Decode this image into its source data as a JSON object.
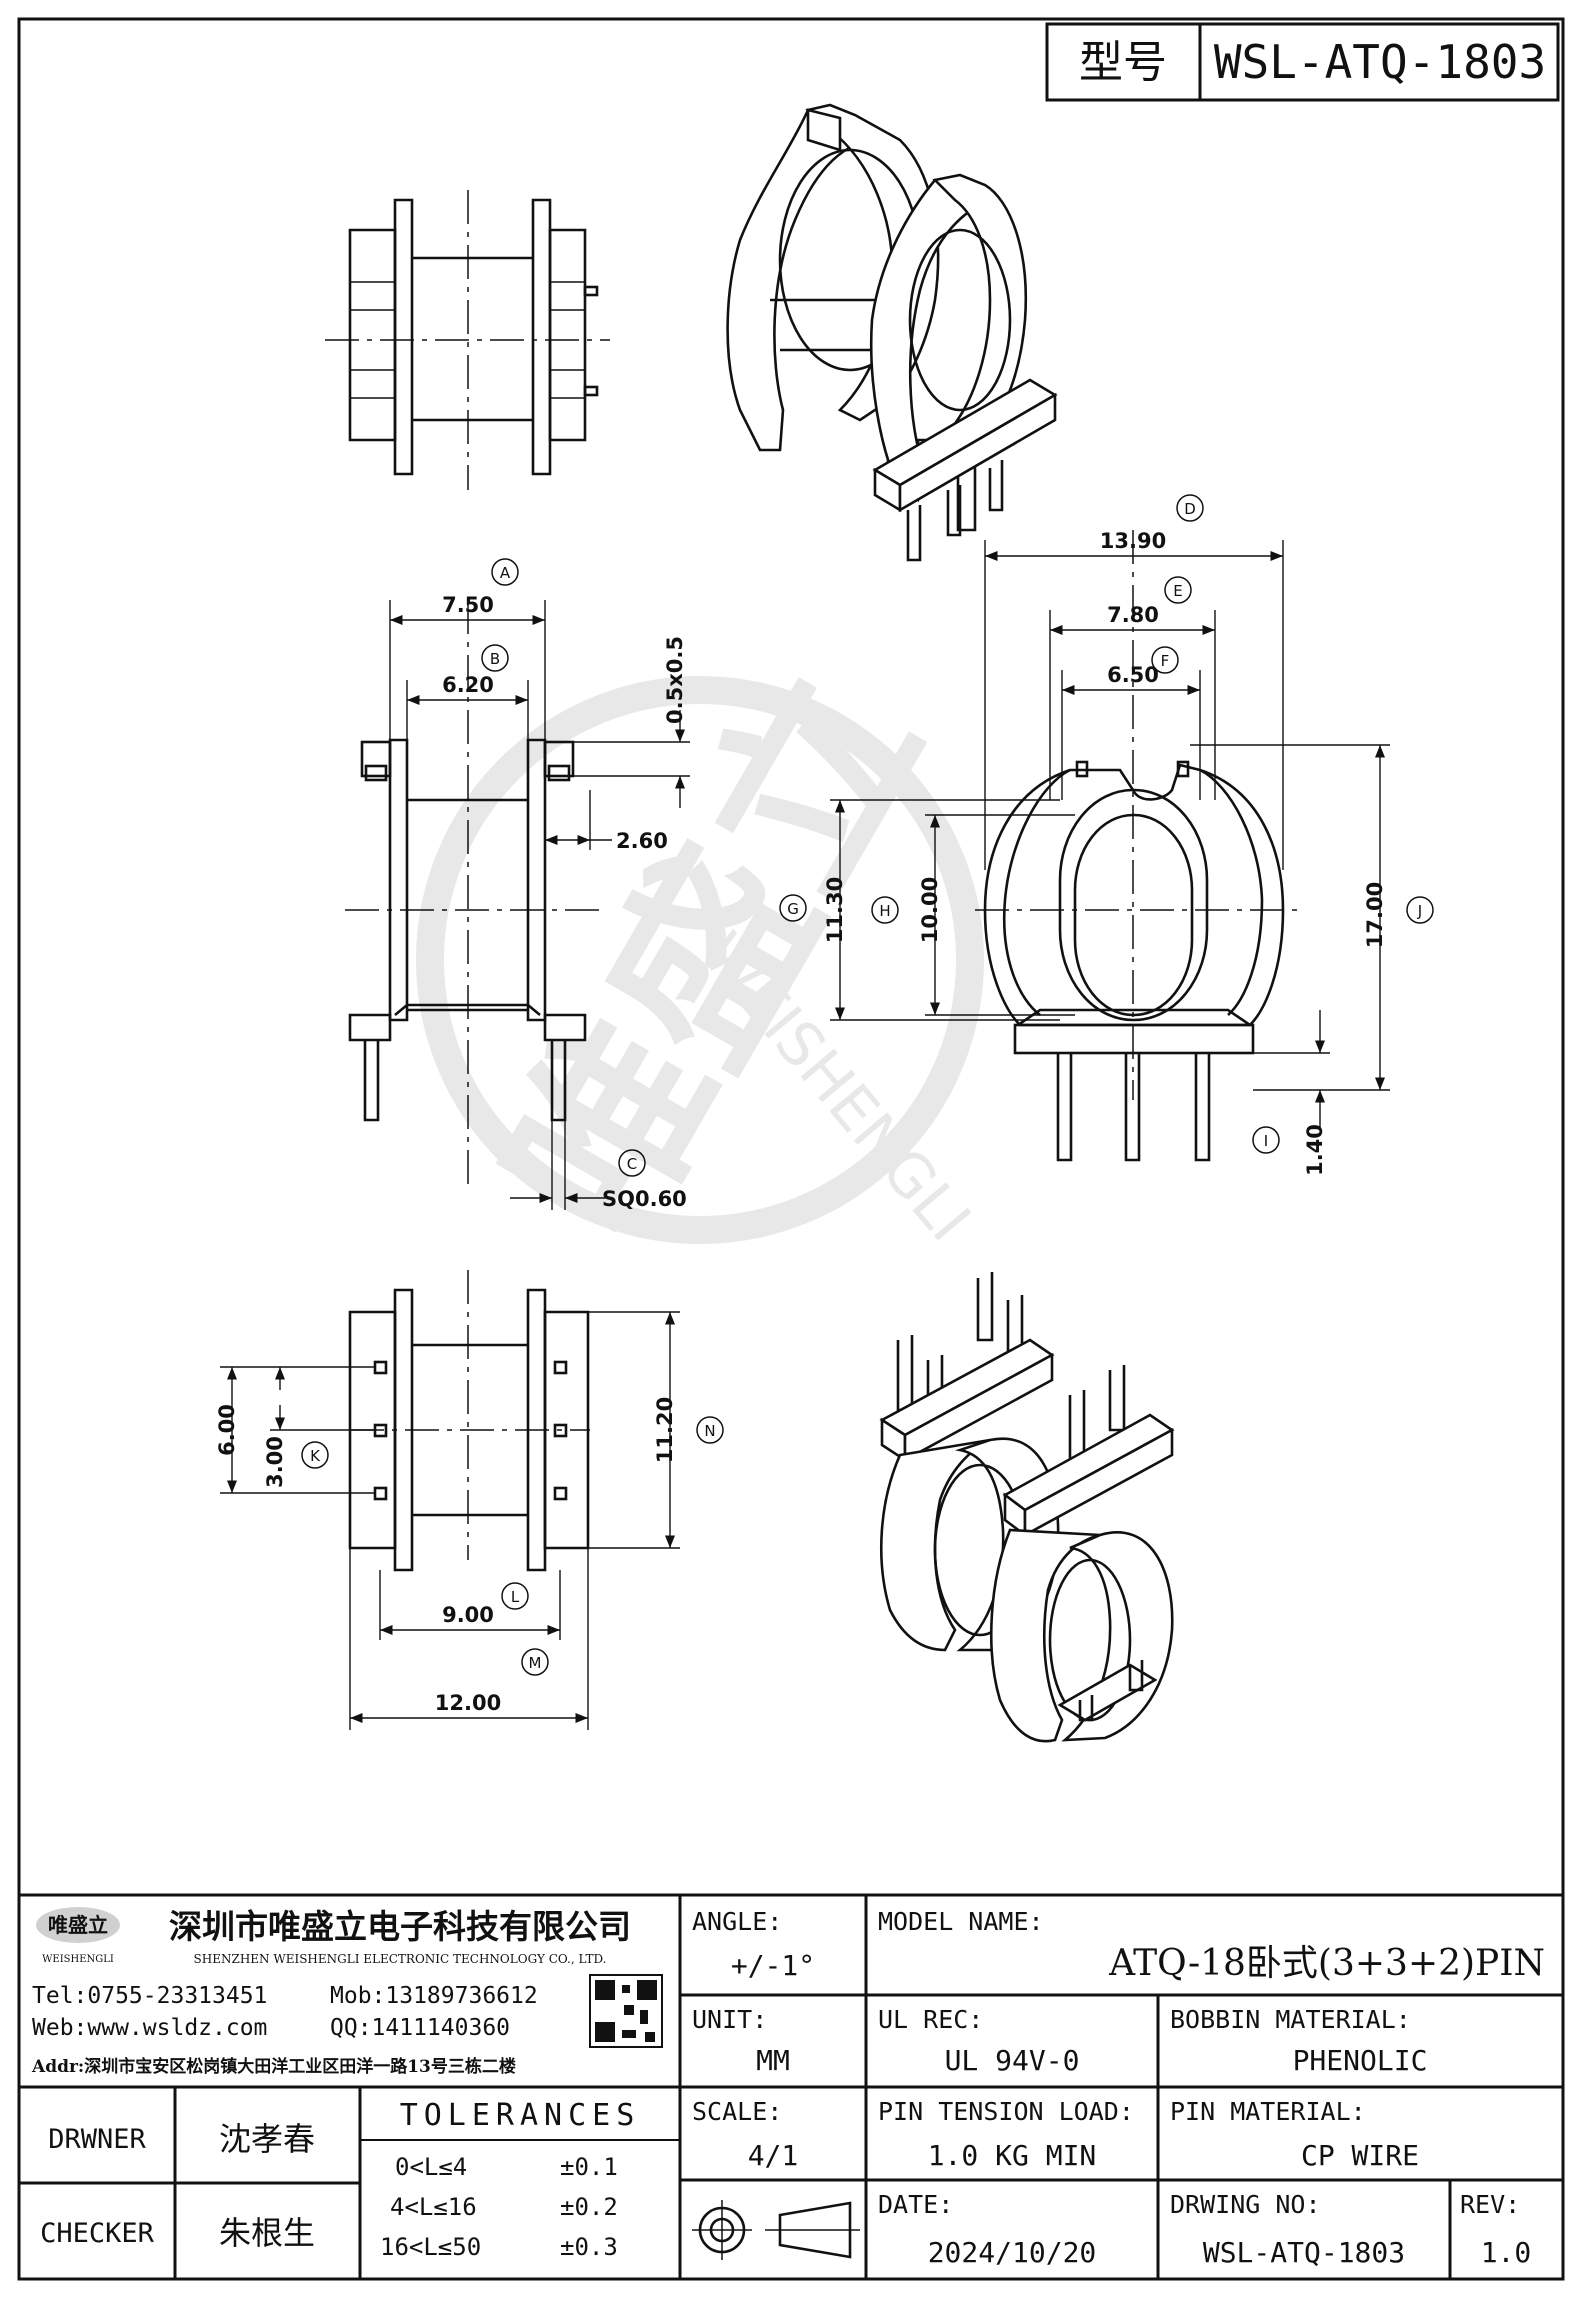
{
  "header": {
    "model_label": "型号",
    "model_value": "WSL-ATQ-1803"
  },
  "dims": {
    "A": "7.50",
    "B": "6.20",
    "C": "SQ0.60",
    "pad": "0.5x0.5",
    "gap": "2.60",
    "D": "13.90",
    "E": "7.80",
    "F": "6.50",
    "G": "11.30",
    "H": "10.00",
    "I": "1.40",
    "J": "17.00",
    "K": "3.00",
    "K_outer": "6.00",
    "N": "11.20",
    "L": "9.00",
    "M": "12.00"
  },
  "labels": {
    "A": "A",
    "B": "B",
    "C": "C",
    "D": "D",
    "E": "E",
    "F": "F",
    "G": "G",
    "H": "H",
    "I": "I",
    "J": "J",
    "K": "K",
    "L": "L",
    "M": "M",
    "N": "N"
  },
  "watermark": {
    "cn": "唯盛立",
    "en": "WEISHENGLI"
  },
  "company": {
    "logo_cn": "唯盛立",
    "logo_en": "WEISHENGLI",
    "name_cn": "深圳市唯盛立电子科技有限公司",
    "name_en": "SHENZHEN WEISHENGLI ELECTRONIC TECHNOLOGY CO., LTD.",
    "tel": "Tel:0755-23313451",
    "mob": "Mob:13189736612",
    "web": "Web:www.wsldz.com",
    "qq": "QQ:1411140360",
    "addr": "Addr:深圳市宝安区松岗镇大田洋工业区田洋一路13号三栋二楼"
  },
  "title_block": {
    "angle_label": "ANGLE:",
    "angle_value": "+/-1°",
    "model_name_label": "MODEL NAME:",
    "model_name_value": "ATQ-18卧式(3+3+2)PIN",
    "unit_label": "UNIT:",
    "unit_value": "MM",
    "ul_label": "UL REC:",
    "ul_value": "UL 94V-0",
    "bobbin_label": "BOBBIN MATERIAL:",
    "bobbin_value": "PHENOLIC",
    "scale_label": "SCALE:",
    "scale_value": "4/1",
    "pin_tension_label": "PIN TENSION LOAD:",
    "pin_tension_value": "1.0 KG MIN",
    "pin_material_label": "PIN MATERIAL:",
    "pin_material_value": "CP WIRE",
    "drwner_label": "DRWNER",
    "drwner_value": "沈孝春",
    "checker_label": "CHECKER",
    "checker_value": "朱根生",
    "tolerances_label": "TOLERANCES",
    "tol_rows": [
      {
        "range": "0<L≤4",
        "tol": "±0.1"
      },
      {
        "range": "4<L≤16",
        "tol": "±0.2"
      },
      {
        "range": "16<L≤50",
        "tol": "±0.3"
      }
    ],
    "date_label": "DATE:",
    "date_value": "2024/10/20",
    "dwg_label": "DRWING NO:",
    "dwg_value": "WSL-ATQ-1803",
    "rev_label": "REV:",
    "rev_value": "1.0"
  }
}
